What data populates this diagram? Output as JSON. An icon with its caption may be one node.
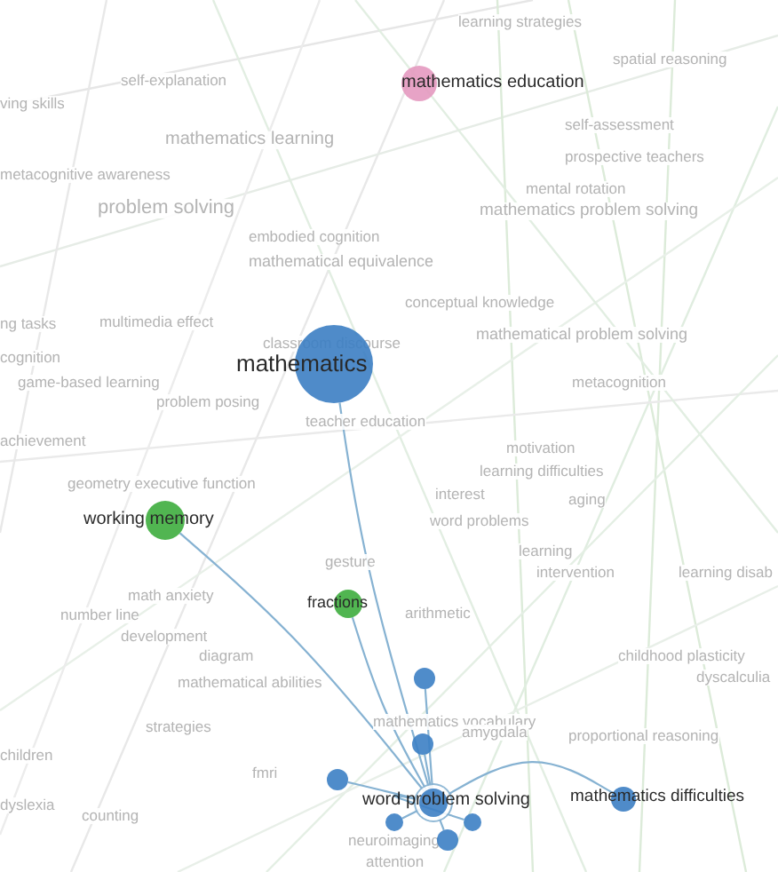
{
  "diagram": {
    "nodes": [
      {
        "text": [
          "mathematics education"
        ]
      },
      {
        "text": [
          "mathematics"
        ]
      },
      {
        "text": [
          "working memory"
        ]
      },
      {
        "text": [
          "fractions"
        ]
      },
      {
        "text": [
          "word problem solving"
        ]
      },
      {
        "text": [
          "mathematics difficulties"
        ]
      },
      {
        "text": [],
        "shape": "circle"
      },
      {
        "text": [],
        "shape": "circle"
      },
      {
        "text": [],
        "shape": "circle"
      },
      {
        "text": [],
        "shape": "circle"
      },
      {
        "text": [],
        "shape": "circle"
      },
      {
        "text": [],
        "shape": "circle"
      }
    ],
    "edges": [
      {
        "from": 4,
        "to": 1,
        "arrow": "none"
      },
      {
        "from": 4,
        "to": 2,
        "arrow": "none"
      },
      {
        "from": 4,
        "to": 3,
        "arrow": "none"
      },
      {
        "from": 4,
        "to": 5,
        "arrow": "none"
      },
      {
        "from": 4,
        "to": 6,
        "arrow": "none"
      },
      {
        "from": 4,
        "to": 7,
        "arrow": "none"
      },
      {
        "from": 4,
        "to": 8,
        "arrow": "none"
      },
      {
        "from": 4,
        "to": 9,
        "arrow": "none"
      },
      {
        "from": 4,
        "to": 10,
        "arrow": "none"
      },
      {
        "from": 4,
        "to": 11,
        "arrow": "none"
      }
    ],
    "labels": [
      "learning strategies",
      "spatial reasoning",
      "self-explanation",
      "ving skills",
      "mathematics learning",
      "self-assessment",
      "prospective teachers",
      "metacognitive awareness",
      "mental rotation",
      "mathematics problem solving",
      "problem solving",
      "embodied cognition",
      "mathematical equivalence",
      "conceptual knowledge",
      "ng tasks",
      "multimedia effect",
      "mathematical problem solving",
      "classroom discourse",
      "cognition",
      "game-based learning",
      "metacognition",
      "problem posing",
      "teacher education",
      "achievement",
      "geometry executive function",
      "motivation",
      "learning difficulties",
      "interest",
      "aging",
      "word problems",
      "learning",
      "gesture",
      "intervention",
      "learning disab",
      "math anxiety",
      "number line",
      "development",
      "arithmetic",
      "diagram",
      "childhood plasticity",
      "dyscalculia",
      "mathematical abilities",
      "mathematics vocabulary",
      "strategies",
      "amygdala",
      "proportional reasoning",
      "children",
      "fmri",
      "dyslexia",
      "counting",
      "neuroimaging",
      "attention"
    ]
  }
}
